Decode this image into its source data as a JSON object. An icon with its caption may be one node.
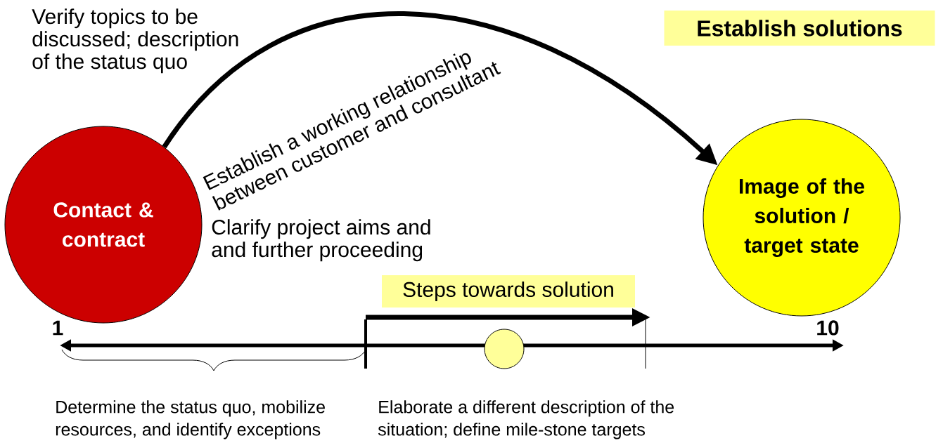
{
  "diagram": {
    "nodes": [
      {
        "text": [
          "Contact & contract"
        ]
      },
      {
        "text": [
          "Image of the solution / target state"
        ]
      },
      {
        "text": [
          "Establish solutions"
        ]
      },
      {
        "text": [
          "Steps towards solution"
        ]
      },
      {
        "text": [],
        "shape": "circle"
      }
    ],
    "edges": [
      {
        "from": 0,
        "to": 1,
        "arrow": "to"
      }
    ],
    "labels": [
      "Verify topics to be discussed; description of the status quo",
      "Establish a working relationship between customer and consultant",
      "Clarify project aims and and further proceeding",
      "1",
      "10",
      "Determine the status quo, mobilize resources, and identify exceptions",
      "Elaborate a different description of the situation; define mile-stone targets"
    ]
  }
}
